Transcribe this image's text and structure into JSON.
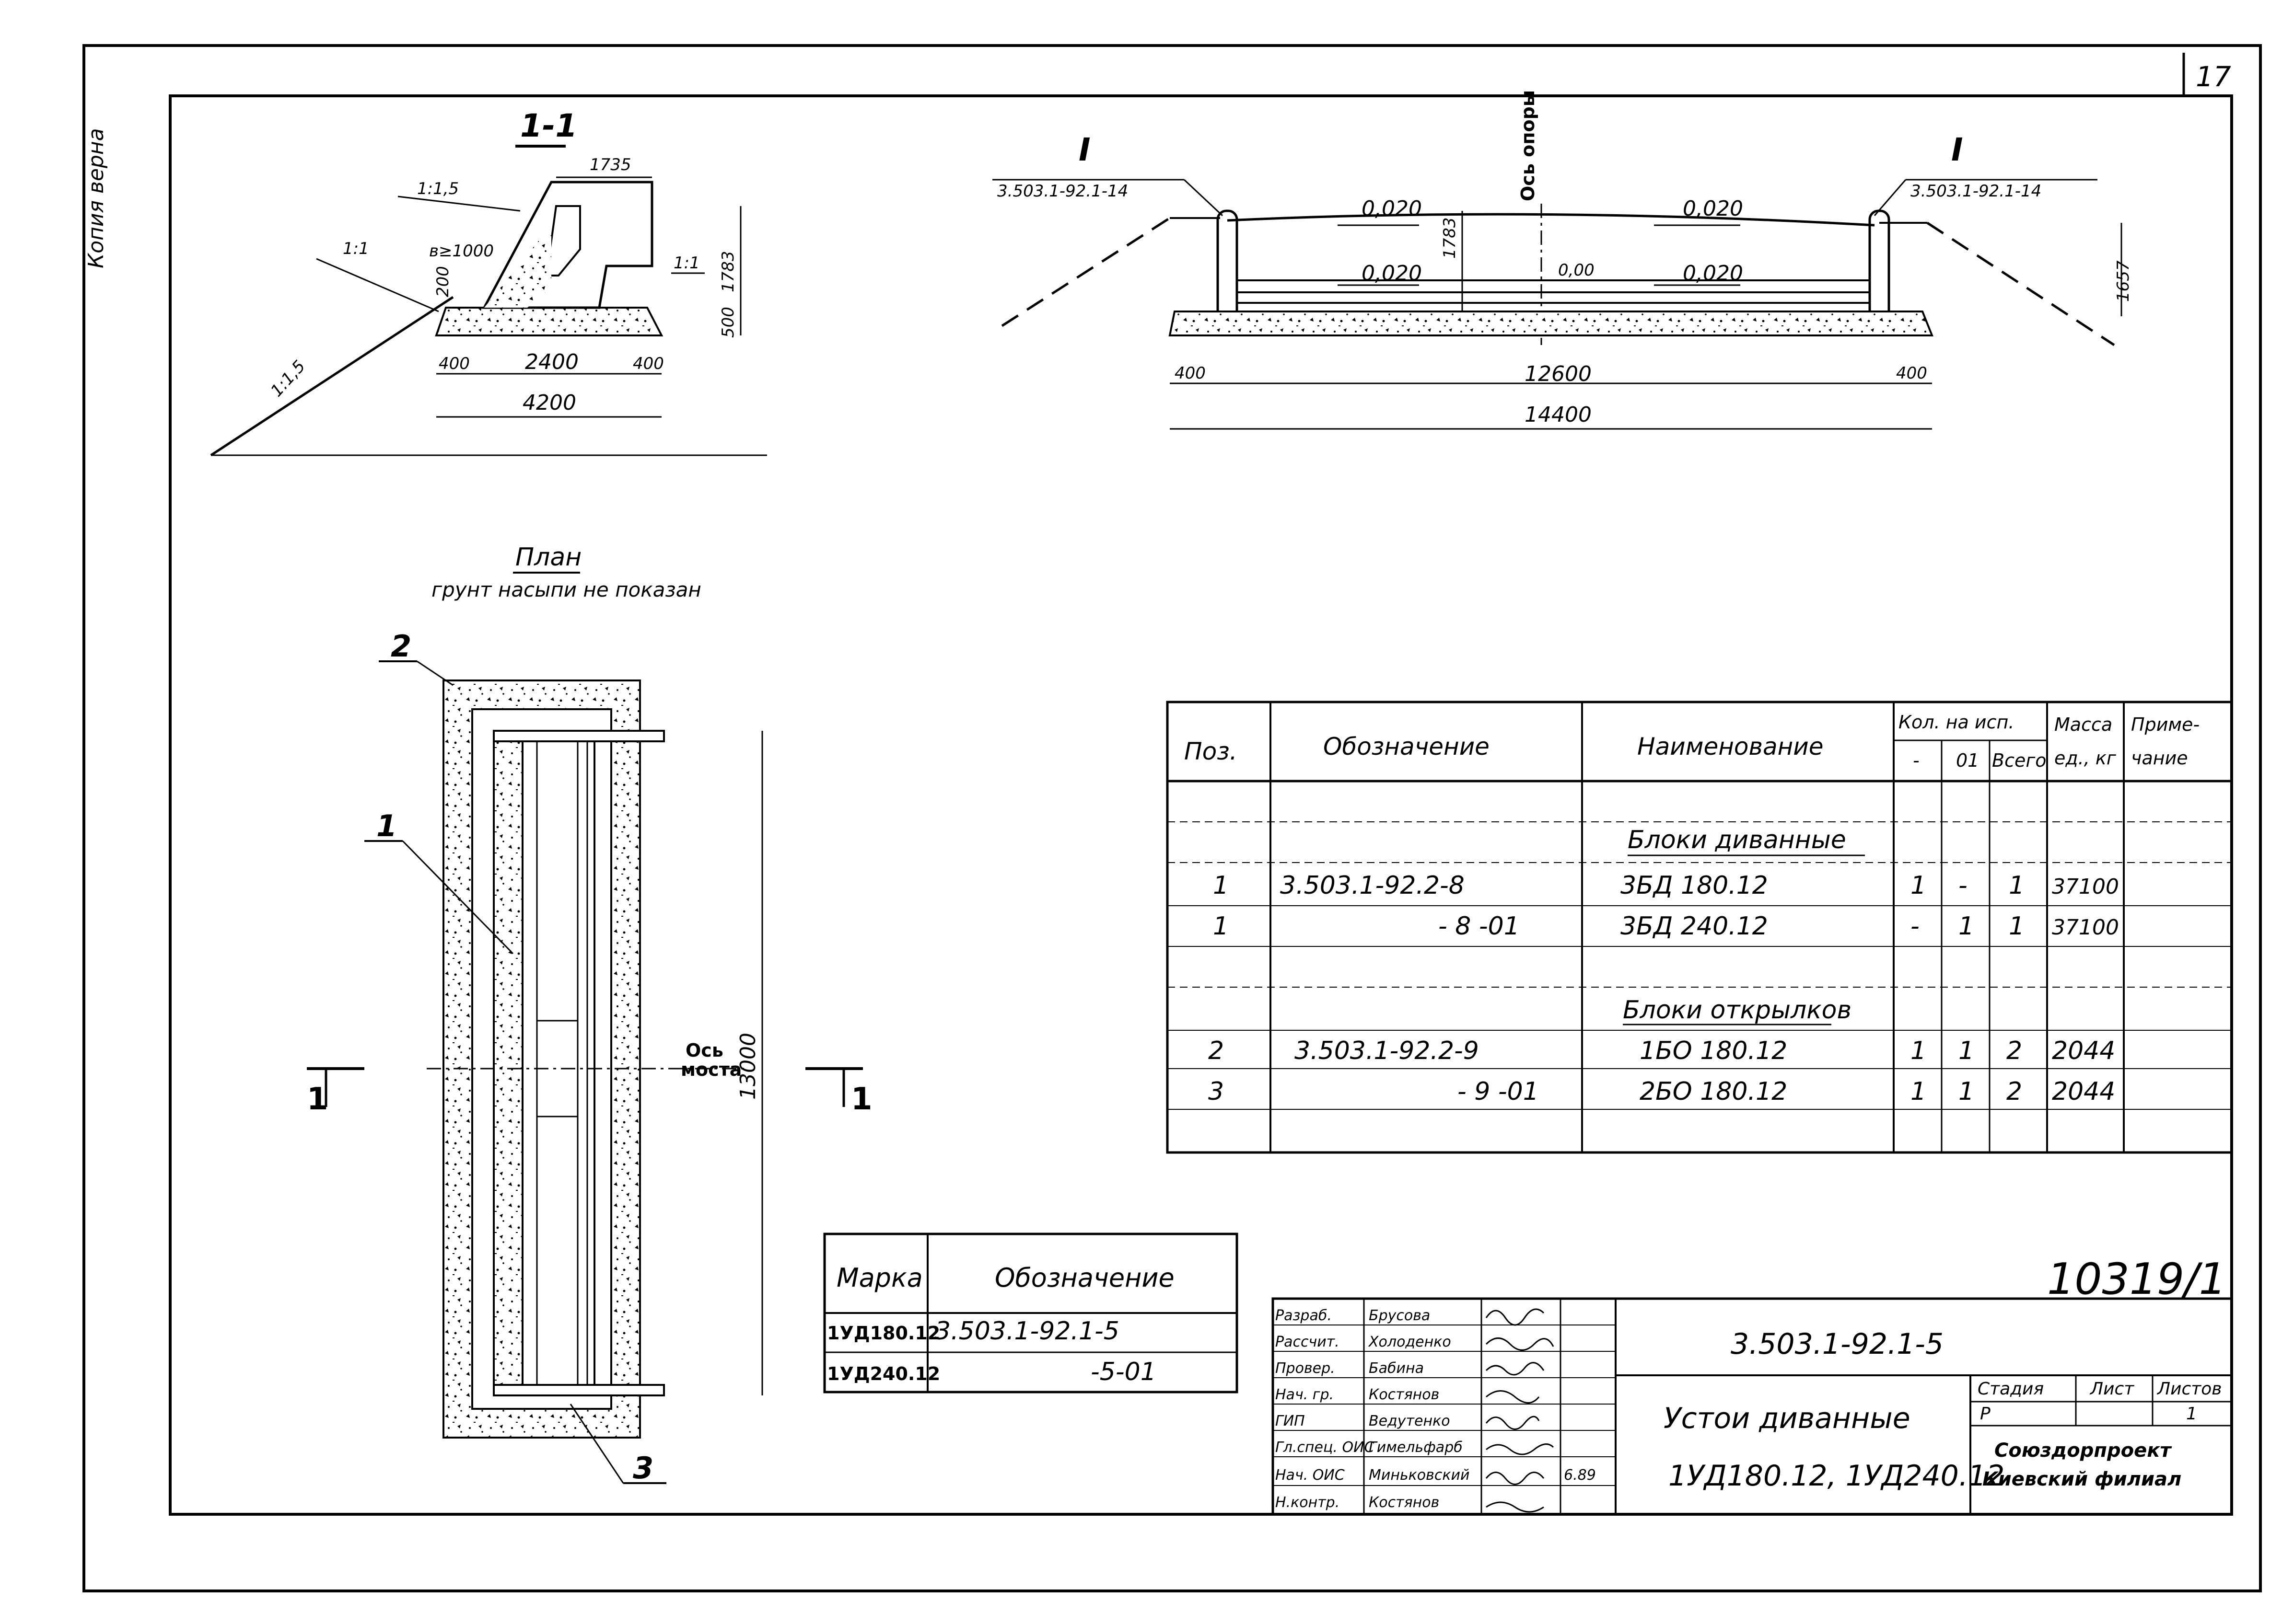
{
  "side_note": "Копия верна",
  "sheet_number": "17",
  "section_1_1": {
    "title": "1-1",
    "slope_1_1_5_top": "1:1,5",
    "slope_1_1_left": "1:1",
    "slope_1_1_right": "1:1",
    "slope_1_1_5_ground": "1:1,5",
    "dim_1735": "1735",
    "dim_b": "в≥1000",
    "dim_200": "200",
    "dim_1783": "1783",
    "dim_500": "500",
    "dim_400_left": "400",
    "dim_2400": "2400",
    "dim_400_right": "400",
    "dim_4200": "4200"
  },
  "facade": {
    "mark_left": "I",
    "mark_right": "I",
    "ref_left": "3.503.1-92.1-14",
    "ref_right": "3.503.1-92.1-14",
    "axis_label": "Ось опоры",
    "slope_top_left": "0,020",
    "slope_top_right": "0,020",
    "slope_bottom_left": "0,020",
    "slope_bottom_mid": "0,00",
    "slope_bottom_right": "0,020",
    "dim_1783": "1783",
    "dim_1657": "1657",
    "dim_400_left": "400",
    "dim_12600": "12600",
    "dim_400_right": "400",
    "dim_14400": "14400"
  },
  "plan": {
    "title": "План",
    "subtitle": "грунт насыпи не показан",
    "callout_2": "2",
    "callout_1": "1",
    "callout_3": "3",
    "axis_label_1": "Ось",
    "axis_label_2": "моста",
    "dim_13000": "13000",
    "cut_left": "1",
    "cut_right": "1"
  },
  "spec_table": {
    "headers": {
      "pos": "Поз.",
      "designation": "Обозначение",
      "name": "Наименование",
      "qty_group": "Кол. на исп.",
      "qty_dash": "-",
      "qty_01": "01",
      "qty_total": "Всего",
      "mass": "Масса",
      "mass_unit": "ед., кг",
      "note_1": "Приме-",
      "note_2": "чание"
    },
    "group_1": "Блоки диванные",
    "rows_1": [
      {
        "pos": "1",
        "designation": "3.503.1-92.2-8",
        "name": "3БД 180.12",
        "q1": "1",
        "q2": "-",
        "total": "1",
        "mass": "37100"
      },
      {
        "pos": "1",
        "designation": "- 8 -01",
        "name": "3БД 240.12",
        "q1": "-",
        "q2": "1",
        "total": "1",
        "mass": "37100"
      }
    ],
    "group_2": "Блоки открылков",
    "rows_2": [
      {
        "pos": "2",
        "designation": "3.503.1-92.2-9",
        "name": "1БО 180.12",
        "q1": "1",
        "q2": "1",
        "total": "2",
        "mass": "2044"
      },
      {
        "pos": "3",
        "designation": "- 9 -01",
        "name": "2БО 180.12",
        "q1": "1",
        "q2": "1",
        "total": "2",
        "mass": "2044"
      }
    ]
  },
  "mark_table": {
    "header_mark": "Марка",
    "header_designation": "Обозначение",
    "rows": [
      {
        "mark": "1УД180.12",
        "designation": "3.503.1-92.1-5"
      },
      {
        "mark": "1УД240.12",
        "designation": "-5-01"
      }
    ]
  },
  "archive_number": "10319/1",
  "title_block": {
    "doc_code": "3.503.1-92.1-5",
    "title_1": "Устои диванные",
    "title_2": "1УД180.12, 1УД240.12",
    "stage_label": "Стадия",
    "sheet_label": "Лист",
    "sheets_label": "Листов",
    "stage_value": "Р",
    "sheets_value": "1",
    "org_1": "Союздорпроект",
    "org_2": "Киевский филиал",
    "date": "6.89",
    "signatures": [
      {
        "role": "Разраб.",
        "name": "Брусова"
      },
      {
        "role": "Рассчит.",
        "name": "Холоденко"
      },
      {
        "role": "Провер.",
        "name": "Бабина"
      },
      {
        "role": "Нач. гр.",
        "name": "Костянов"
      },
      {
        "role": "ГИП",
        "name": "Ведутенко"
      },
      {
        "role": "Гл.спец. ОИС",
        "name": "Гимельфарб"
      },
      {
        "role": "Нач. ОИС",
        "name": "Миньковский"
      },
      {
        "role": "Н.контр.",
        "name": "Костянов"
      }
    ]
  }
}
